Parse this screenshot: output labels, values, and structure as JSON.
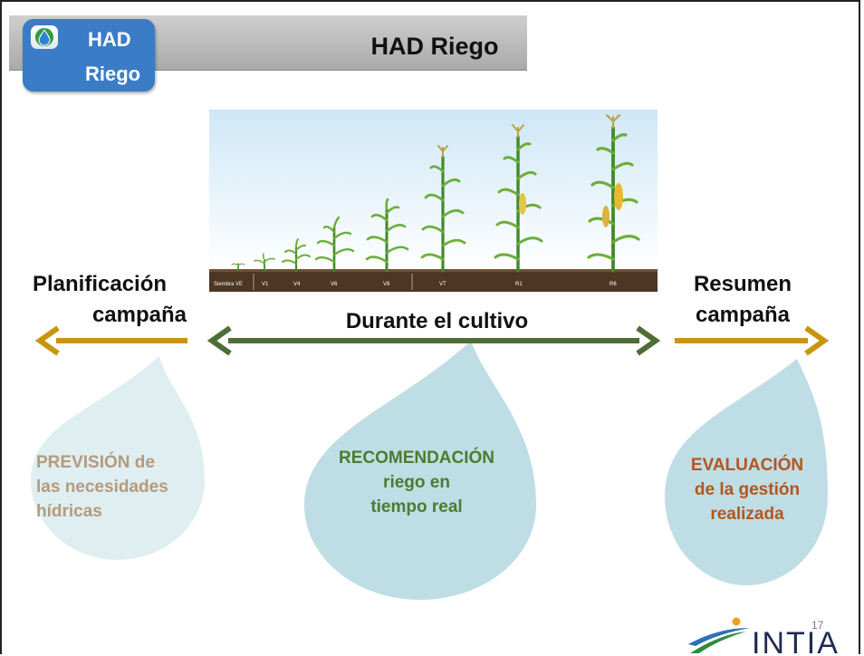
{
  "header": {
    "title": "HAD Riego",
    "badge_title": "HAD",
    "badge_subtitle": "Riego",
    "title_bar_color": "#b9b9b9",
    "badge_color": "#3b7cc7",
    "badge_icon": "water-drop-icon"
  },
  "growth_image": {
    "stage_labels": [
      "Siembra VE",
      "V1",
      "V4",
      "V6",
      "V8",
      "VT",
      "R1",
      "R6"
    ]
  },
  "phases": {
    "left": {
      "line1": "Planificación",
      "line2": "campaña",
      "arrow_color": "#c8950f"
    },
    "center": {
      "label": "Durante el cultivo",
      "arrow_color": "#4f6e35"
    },
    "right": {
      "line1": "Resumen",
      "line2": "campaña",
      "arrow_color": "#c8950f"
    }
  },
  "drops": {
    "left": {
      "lines": [
        "PREVISIÓN de",
        "las necesidades",
        "hídricas"
      ],
      "text_color": "#b59a7c",
      "fill": "#dfeef1"
    },
    "center": {
      "lines": [
        "RECOMENDACIÓN",
        "riego en",
        "tiempo real"
      ],
      "text_color": "#4f7a2e",
      "fill": "#bfdde5"
    },
    "right": {
      "lines": [
        "EVALUACIÓN",
        "de la gestión",
        "realizada"
      ],
      "text_color": "#b3561d",
      "fill": "#bfdde5"
    }
  },
  "footer": {
    "logo_text": "INTIA",
    "slide_number": "17"
  }
}
